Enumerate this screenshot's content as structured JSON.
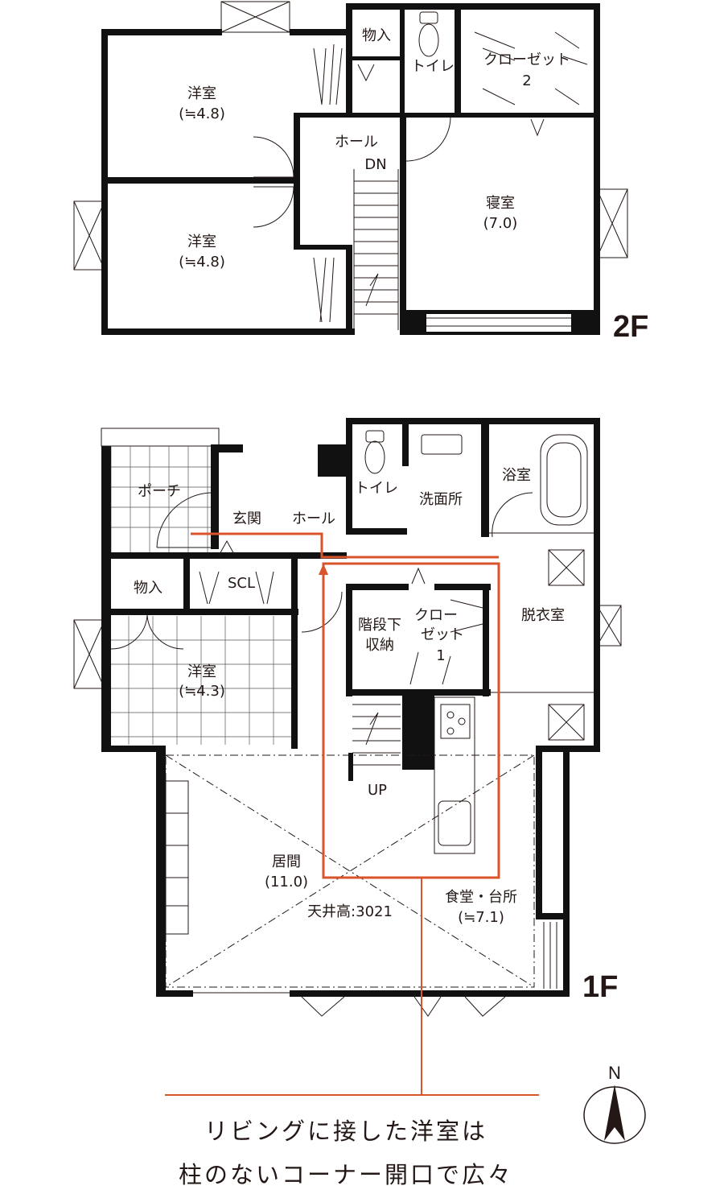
{
  "floor2": {
    "floor_label": "2F",
    "rooms": {
      "youshitsu_top": {
        "name": "洋室",
        "size": "(≒4.8)"
      },
      "youshitsu_bottom": {
        "name": "洋室",
        "size": "(≒4.8)"
      },
      "monoire": "物入",
      "toilet": "トイレ",
      "closet": {
        "name": "クローゼット",
        "num": "2"
      },
      "hall": "ホール",
      "stairs_dn": "DN",
      "shinshitsu": {
        "name": "寝室",
        "size": "(7.0)"
      }
    }
  },
  "floor1": {
    "floor_label": "1F",
    "rooms": {
      "porch": "ポーチ",
      "genkan": "玄関",
      "hall": "ホール",
      "toilet": "トイレ",
      "senmenjo": "洗面所",
      "yokushitsu": "浴室",
      "monoire": "物入",
      "scl": "SCL",
      "youshitsu": {
        "name": "洋室",
        "size": "(≒4.3)"
      },
      "kaidanshita": {
        "line1": "階段下",
        "line2": "収納"
      },
      "closet": {
        "line1": "クロー",
        "line2": "ゼット",
        "num": "1"
      },
      "datsuishitsu": "脱衣室",
      "stairs_up": "UP",
      "ima": {
        "name": "居間",
        "size": "(11.0)"
      },
      "ceiling": "天井高:3021",
      "dining": {
        "name": "食堂・台所",
        "size": "(≒7.1)"
      }
    }
  },
  "compass": {
    "label": "N"
  },
  "caption": {
    "line1": "リビングに接した洋室は",
    "line2": "柱のないコーナー開口で広々"
  },
  "colors": {
    "highlight": "#d9532b",
    "wall": "#111111"
  }
}
